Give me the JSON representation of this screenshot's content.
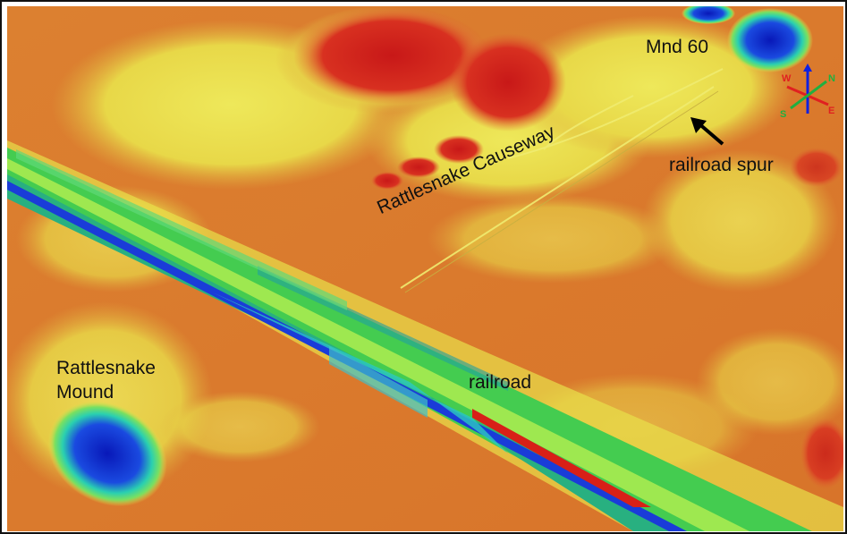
{
  "labels": {
    "mound_60": "Mnd 60",
    "railroad_spur": "railroad spur",
    "causeway": "Rattlesnake Causeway",
    "rattlesnake_mound_line1": "Rattlesnake",
    "rattlesnake_mound_line2": "Mound",
    "railroad": "railroad"
  },
  "compass": {
    "w": "W",
    "n": "N",
    "e": "E",
    "s": "S"
  },
  "colors": {
    "frame": "#111111",
    "low_orange": "#d8782c",
    "mid_yellow": "#e8e04a",
    "green": "#2ec85a",
    "blue": "#1840d8",
    "high_red": "#c82018"
  }
}
